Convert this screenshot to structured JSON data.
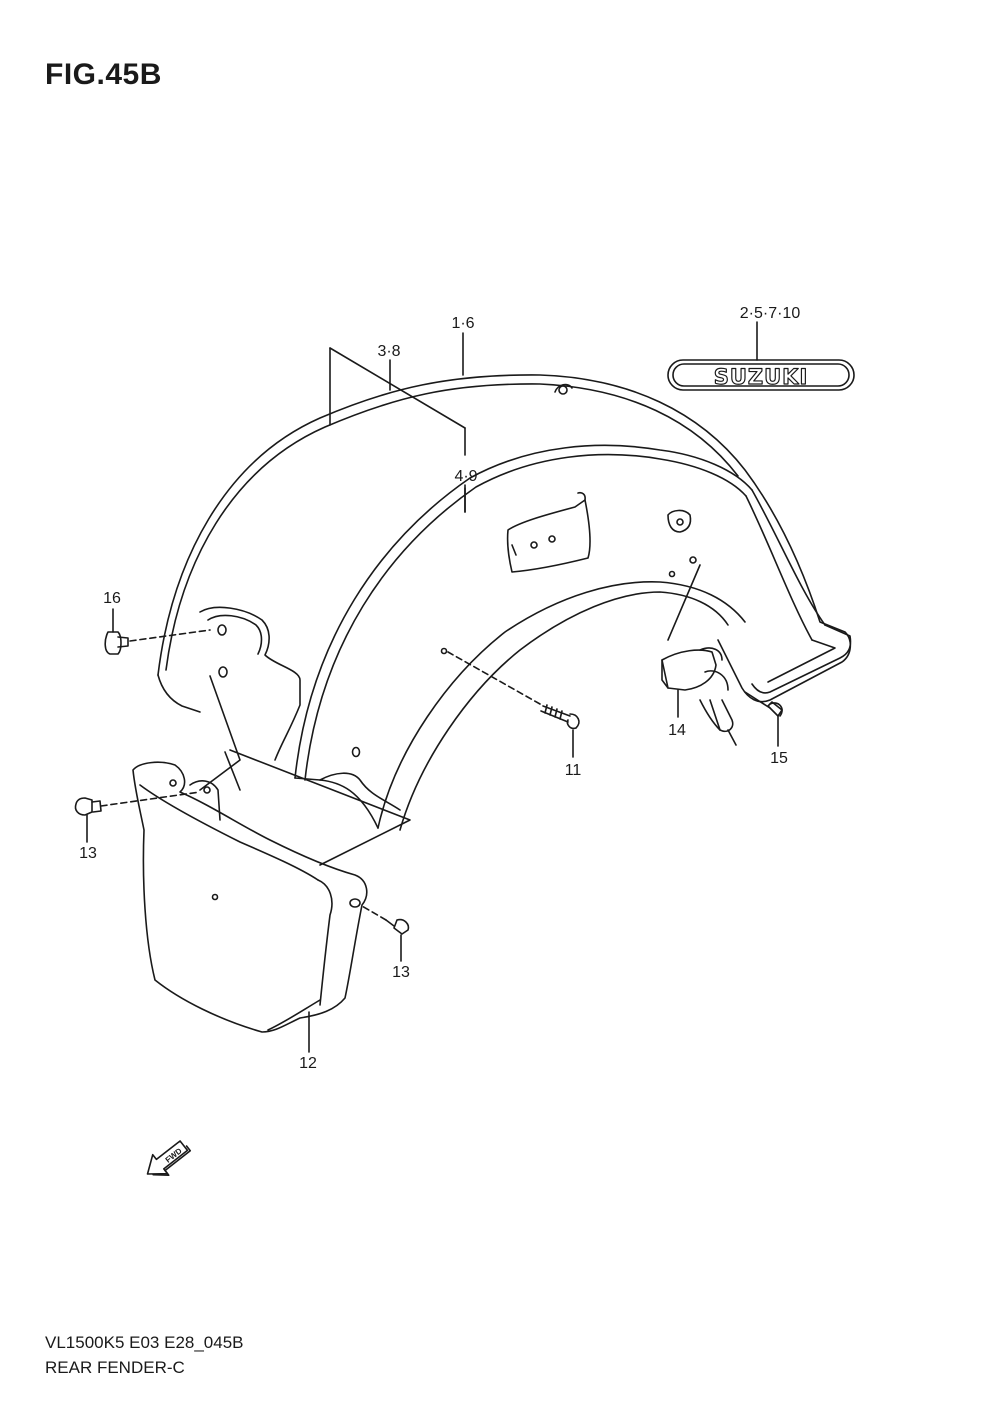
{
  "figure": {
    "title": "FIG.45B",
    "logo_text": "SUZUKI",
    "fwd_text": "FWD"
  },
  "callouts": [
    {
      "id": "c1",
      "label": "1·6"
    },
    {
      "id": "c2",
      "label": "2·5·7·10"
    },
    {
      "id": "c3",
      "label": "3·8"
    },
    {
      "id": "c4",
      "label": "4·9"
    },
    {
      "id": "c11",
      "label": "11"
    },
    {
      "id": "c12",
      "label": "12"
    },
    {
      "id": "c13a",
      "label": "13"
    },
    {
      "id": "c13b",
      "label": "13"
    },
    {
      "id": "c14",
      "label": "14"
    },
    {
      "id": "c15",
      "label": "15"
    },
    {
      "id": "c16",
      "label": "16"
    }
  ],
  "footer": {
    "code": "VL1500K5 E03 E28_045B",
    "name": "REAR FENDER-C"
  }
}
